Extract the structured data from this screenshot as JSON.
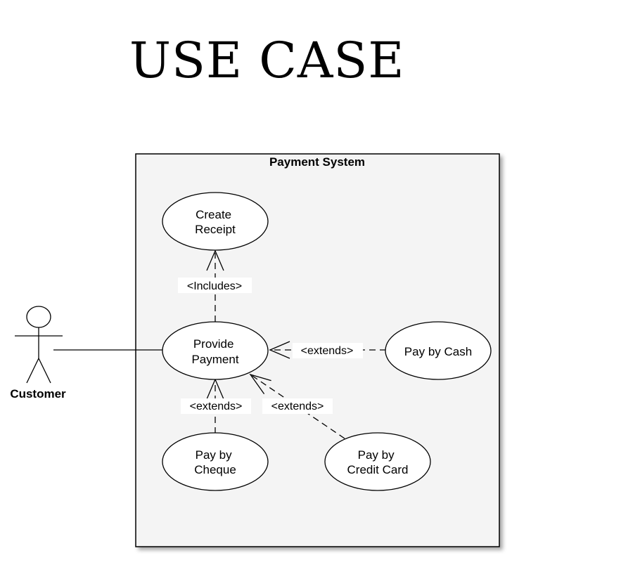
{
  "title": "USE CASE",
  "system": {
    "name": "Payment System"
  },
  "actor": {
    "name": "Customer"
  },
  "use_cases": {
    "create_receipt": [
      "Create",
      "Receipt"
    ],
    "provide_payment": [
      "Provide",
      "Payment"
    ],
    "pay_by_cash": [
      "Pay by Cash"
    ],
    "pay_by_cheque": [
      "Pay by",
      "Cheque"
    ],
    "pay_by_credit_card": [
      "Pay by",
      "Credit Card"
    ]
  },
  "relationships": {
    "includes_label": "<Includes>",
    "extends_cash_label": "<extends>",
    "extends_cheque_label": "<extends>",
    "extends_card_label": "<extends>"
  },
  "colors": {
    "system_fill": "#f4f4f4",
    "stroke": "#000000",
    "usecase_fill": "#ffffff"
  }
}
